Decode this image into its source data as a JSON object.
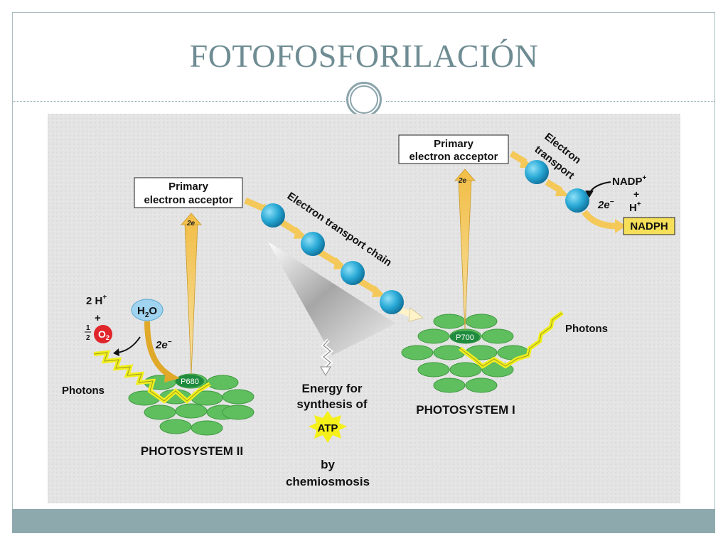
{
  "slide": {
    "title": "FOTOFOSFORILACIÓN"
  },
  "diagram": {
    "psii": {
      "label": "PHOTOSYSTEM II",
      "center": "P680",
      "acceptor_line1": "Primary",
      "acceptor_line2": "electron acceptor",
      "electrons": "2e",
      "water": "H",
      "water_sub": "2",
      "water_tail": "O",
      "water_electrons": "2e",
      "protons": "2 H",
      "plus": "+",
      "half": "1",
      "half_den": "2",
      "oxygen": "O",
      "oxygen_sub": "2",
      "photons": "Photons"
    },
    "etc": {
      "label": "Electron transport chain",
      "energy_line1": "Energy for",
      "energy_line2": "synthesis of",
      "atp": "ATP",
      "by": "by",
      "chemiosmosis": "chemiosmosis"
    },
    "psi": {
      "label": "PHOTOSYSTEM I",
      "center": "P700",
      "acceptor_line1": "Primary",
      "acceptor_line2": "electron acceptor",
      "electrons": "2e",
      "photons": "Photons",
      "transport_line1": "Electron",
      "transport_line2": "transport",
      "nadp": "NADP",
      "plus": "+",
      "h": "H",
      "nadp_electrons": "2e",
      "nadph": "NADPH"
    },
    "colors": {
      "carrier": "#29a9d6",
      "disc": "#5fbf5f",
      "arrow_yellow": "#f4c95a",
      "photon": "#f2ef1c",
      "oxygen": "#e0252b",
      "reaction_center": "#1f8b3e"
    }
  }
}
